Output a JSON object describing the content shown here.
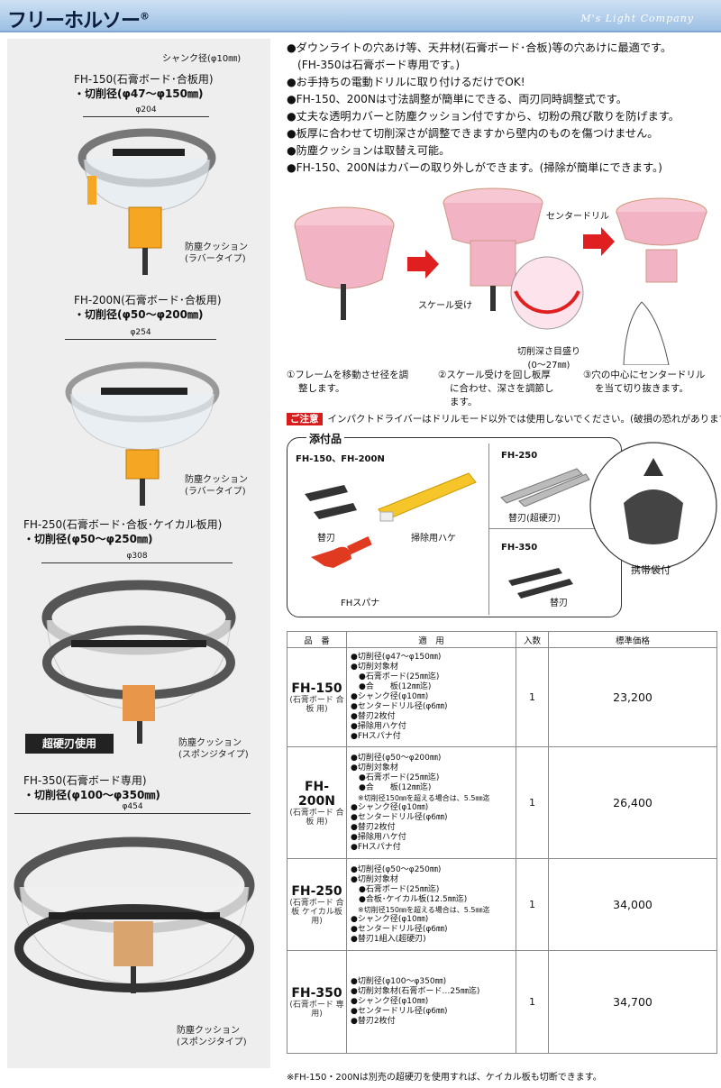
{
  "header": {
    "title": "フリーホルソー",
    "reg": "®",
    "brand": "M's Light Company"
  },
  "left": {
    "shank": "シャンク径(φ10㎜)",
    "fh150": {
      "model": "FH-150(石膏ボード･合板用)",
      "cut": "・切削径(φ47〜φ150㎜)",
      "dim": "φ204",
      "cushion1": "防塵クッション",
      "cushion2": "(ラバータイプ)"
    },
    "fh200n": {
      "model": "FH-200N(石膏ボード･合板用)",
      "cut": "・切削径(φ50〜φ200㎜)",
      "dim": "φ254",
      "cushion1": "防塵クッション",
      "cushion2": "(ラバータイプ)"
    },
    "fh250": {
      "model": "FH-250(石膏ボード･合板･ケイカル板用)",
      "cut": "・切削径(φ50〜φ250㎜)",
      "dim": "φ308",
      "badge": "超硬刃使用",
      "cushion1": "防塵クッション",
      "cushion2": "(スポンジタイプ)"
    },
    "fh350": {
      "model": "FH-350(石膏ボード専用)",
      "cut": "・切削径(φ100〜φ350㎜)",
      "dim": "φ454",
      "cushion1": "防塵クッション",
      "cushion2": "(スポンジタイプ)"
    }
  },
  "features": [
    "●ダウンライトの穴あけ等、天井材(石膏ボード･合板)等の穴あけに最適です。",
    "(FH-350は石膏ボード専用です。)",
    "●お手持ちの電動ドリルに取り付けるだけでOK!",
    "●FH-150、200Nは寸法調整が簡単にできる、両刃同時調整式です。",
    "●丈夫な透明カバーと防塵クッション付ですから、切粉の飛び散りを防げます。",
    "●板厚に合わせて切削深さが調整できますから壁内のものを傷つけません。",
    "●防塵クッションは取替え可能。",
    "●FH-150、200Nはカバーの取り外しができます。(掃除が簡単にできます。)"
  ],
  "diagram": {
    "center_drill": "センタードリル",
    "scale": "スケール受け",
    "depth1": "切削深さ目盛り",
    "depth2": "(0〜27㎜)"
  },
  "steps": [
    [
      "①フレームを移動させ径を調",
      "整します。"
    ],
    [
      "②スケール受けを回し板厚",
      "に合わせ、深さを調節し",
      "ます。"
    ],
    [
      "③穴の中心にセンタードリル",
      "を当て切り抜きます。"
    ]
  ],
  "notice": {
    "tag": "ご注意",
    "text": "インパクトドライバーはドリルモード以外では使用しないでください。(破損の恐れがあります)"
  },
  "accessories": {
    "title": "添付品",
    "fh150_200n": "FH-150、FH-200N",
    "blade": "替刃",
    "brush": "掃除用ハケ",
    "spanner": "FHスパナ",
    "fh250": "FH-250",
    "blade_carbide": "替刃(超硬刃)",
    "fh350": "FH-350",
    "blade350": "替刃",
    "bag": "携帯袋付"
  },
  "table": {
    "headers": [
      "品　番",
      "適　用",
      "入数",
      "標準価格"
    ],
    "rows": [
      {
        "name": "FH-150",
        "sub": "(石膏ボード 合　板 用)",
        "spec": [
          "●切削径(φ47〜φ150㎜)",
          "●切削対象材",
          "　●石膏ボード(25㎜迄)",
          "　●合　　板(12㎜迄)",
          "●シャンク径(φ10㎜)",
          "●センタードリル径(φ6㎜)",
          "●替刃2枚付",
          "●掃除用ハケ付",
          "●FHスパナ付"
        ],
        "qty": "1",
        "price": "23,200"
      },
      {
        "name": "FH-200N",
        "sub": "(石膏ボード 合　板 用)",
        "spec": [
          "●切削径(φ50〜φ200㎜)",
          "●切削対象材",
          "　●石膏ボード(25㎜迄)",
          "　●合　　板(12㎜迄)",
          "　※切削径150㎜を超える場合は、5.5㎜迄",
          "●シャンク径(φ10㎜)",
          "●センタードリル径(φ6㎜)",
          "●替刃2枚付",
          "●掃除用ハケ付",
          "●FHスパナ付"
        ],
        "qty": "1",
        "price": "26,400"
      },
      {
        "name": "FH-250",
        "sub": "(石膏ボード 合　板 ケイカル板用)",
        "spec": [
          "●切削径(φ50〜φ250㎜)",
          "●切削対象材",
          "　●石膏ボード(25㎜迄)",
          "　●合板･ケイカル板(12.5㎜迄)",
          "　※切削径150㎜を超える場合は、5.5㎜迄",
          "●シャンク径(φ10㎜)",
          "●センタードリル径(φ6㎜)",
          "●替刃1組入(超硬刃)"
        ],
        "qty": "1",
        "price": "34,000"
      },
      {
        "name": "FH-350",
        "sub": "(石膏ボード 専　用)",
        "spec": [
          "●切削径(φ100〜φ350㎜)",
          "●切削対象材(石膏ボード…25㎜迄)",
          "●シャンク径(φ10㎜)",
          "●センタードリル径(φ6㎜)",
          "●替刃2枚付"
        ],
        "qty": "1",
        "price": "34,700"
      }
    ]
  },
  "footnote": "※FH-150・200Nは別売の超硬刃を使用すれば、ケイカル板も切断できます。"
}
